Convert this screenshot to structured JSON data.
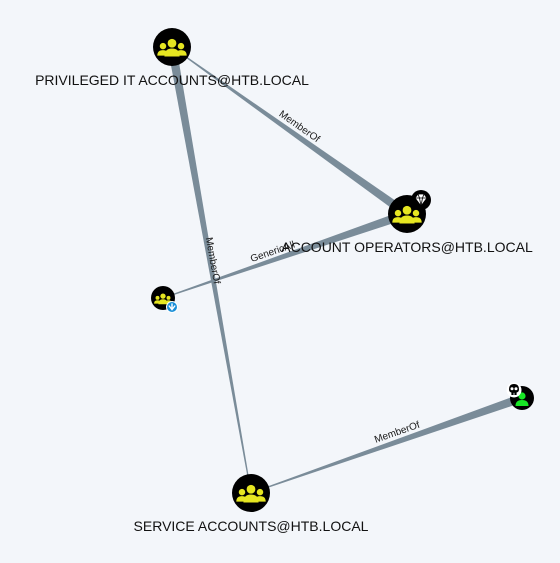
{
  "graph": {
    "nodes": [
      {
        "id": "privileged",
        "label": "PRIVILEGED IT ACCOUNTS@HTB.LOCAL",
        "kind": "group-icon",
        "badge": ""
      },
      {
        "id": "account_ops",
        "label": "ACCOUNT OPERATORS@HTB.LOCAL",
        "kind": "group-icon",
        "badge": "diamond-icon"
      },
      {
        "id": "unnamed_group",
        "label": "",
        "kind": "group-icon",
        "badge": "down-arrow-icon"
      },
      {
        "id": "service",
        "label": "SERVICE ACCOUNTS@HTB.LOCAL",
        "kind": "group-icon",
        "badge": ""
      },
      {
        "id": "user",
        "label": "",
        "kind": "user-icon",
        "badge": "skull-icon"
      }
    ],
    "edges": [
      {
        "from": "privileged",
        "to": "account_ops",
        "label": "MemberOf"
      },
      {
        "from": "unnamed_group",
        "to": "account_ops",
        "label": "GenericAll"
      },
      {
        "from": "service",
        "to": "privileged",
        "label": "MemberOf"
      },
      {
        "from": "service",
        "to": "user",
        "label": "MemberOf"
      }
    ]
  },
  "colors": {
    "background": "#f3f6fa",
    "edge": "#7a8c99",
    "group_fill": "#e6e621",
    "user_fill": "#17e625",
    "node_ring": "#000000",
    "badge_blue": "#1a8fd8"
  }
}
